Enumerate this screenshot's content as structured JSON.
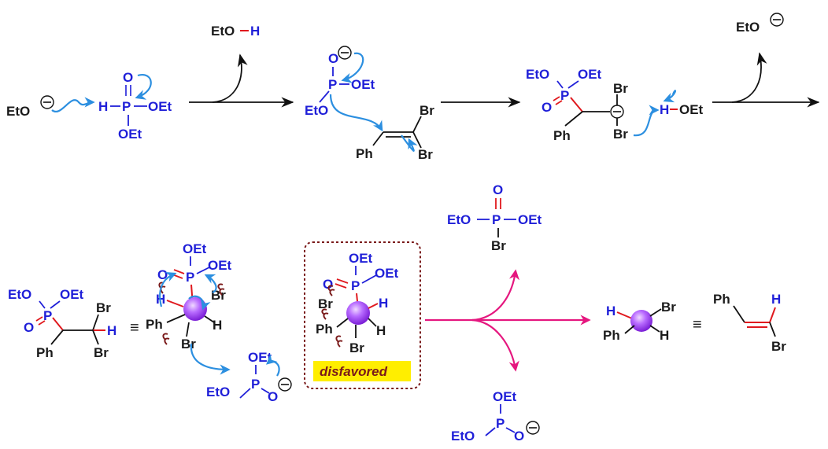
{
  "colors": {
    "bond": "#1a1a1a",
    "heteroatom": "#1f1fd8",
    "highlight_bond": "#e0191e",
    "curved_arrow": "#2c8fe0",
    "elimination_arrow": "#e5177f",
    "strain": "#7a1a1a",
    "disfavored_box_border": "#7a1a1a",
    "disfavored_fill": "#ffee00",
    "orb": "#a64dff"
  },
  "labels": {
    "eto": "EtO",
    "et": "Et",
    "o": "O",
    "oet": "OEt",
    "h": "H",
    "p": "P",
    "br": "Br",
    "ph": "Ph",
    "minus": "−",
    "equiv": "≡",
    "disfavored": "disfavored"
  }
}
